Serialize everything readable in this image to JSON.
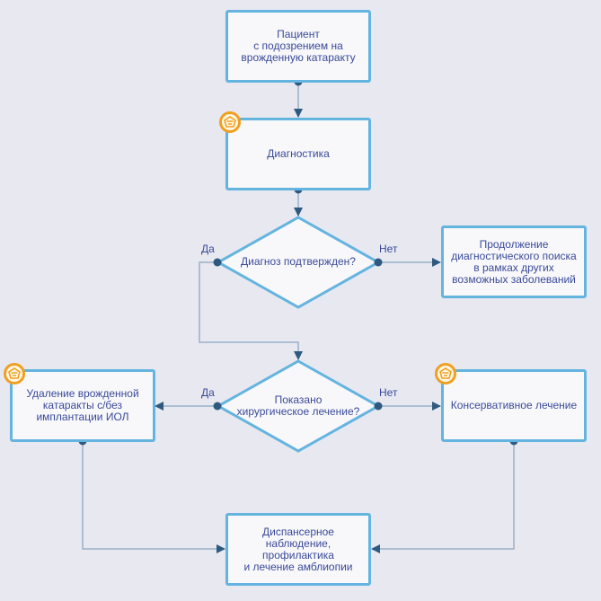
{
  "nodes": {
    "patient": "Пациент\nс подозрением на\nврожденную катаракту",
    "diagnostics": "Диагностика",
    "diagnosis_confirmed": "Диагноз подтвержден?",
    "continue_search": "Продолжение\nдиагностического поиска\nв рамках других\nвозможных заболеваний",
    "surgery_indicated": "Показано\nхирургическое лечение?",
    "removal": "Удаление врожденной\nкатаракты с/без\nимплантации ИОЛ",
    "conservative": "Консервативное лечение",
    "follow_up": "Диспансерное\nнаблюдение,\nпрофилактика\nи лечение амблиопии"
  },
  "branch_labels": {
    "yes_1": "Да",
    "no_1": "Нет",
    "yes_2": "Да",
    "no_2": "Нет"
  },
  "colors": {
    "background": "#e8e8f0",
    "node_border": "#64b4e0",
    "node_fill": "#f8f8fa",
    "text": "#3a4a9a",
    "connector": "#9ab0c8",
    "dot": "#2e5a80",
    "badge": "#f0a020"
  },
  "icons": {
    "doctor_badge": "doctor-icon"
  }
}
